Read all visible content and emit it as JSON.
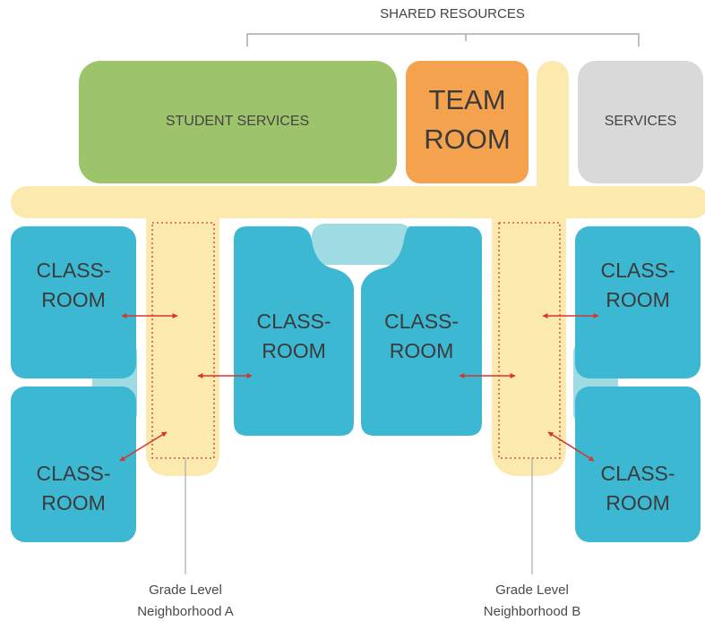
{
  "header": {
    "shared_resources": "SHARED RESOURCES"
  },
  "spaces": {
    "student_services": "STUDENT SERVICES",
    "team_room_line1": "TEAM",
    "team_room_line2": "ROOM",
    "services": "SERVICES"
  },
  "classrooms": {
    "line1": "CLASS-",
    "line2": "ROOM"
  },
  "neighborhoods": {
    "a_line1": "Grade Level",
    "a_line2": "Neighborhood A",
    "b_line1": "Grade Level",
    "b_line2": "Neighborhood B"
  },
  "colors": {
    "student_services": "#9dc46a",
    "team_room": "#f5a24e",
    "services": "#d9d9d9",
    "classroom": "#3cb8d2",
    "classroom_light": "#9fdbe3",
    "corridor": "#fbe9ad",
    "arrow": "#d9332f",
    "bracket": "#aaaaaa"
  }
}
